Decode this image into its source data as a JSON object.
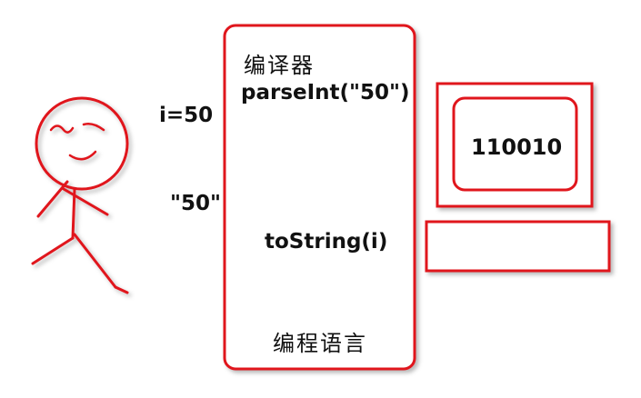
{
  "labels": {
    "compiler": "编译器",
    "parse_call": "parseInt(\"50\")",
    "variable": "i=50",
    "string_value": "\"50\"",
    "tostring_call": "toString(i)",
    "binary_value": "110010",
    "language_box": "编程语言"
  },
  "colors": {
    "accent": "#e0121b",
    "text": "#111111",
    "shadow": "#bdbdbd"
  }
}
